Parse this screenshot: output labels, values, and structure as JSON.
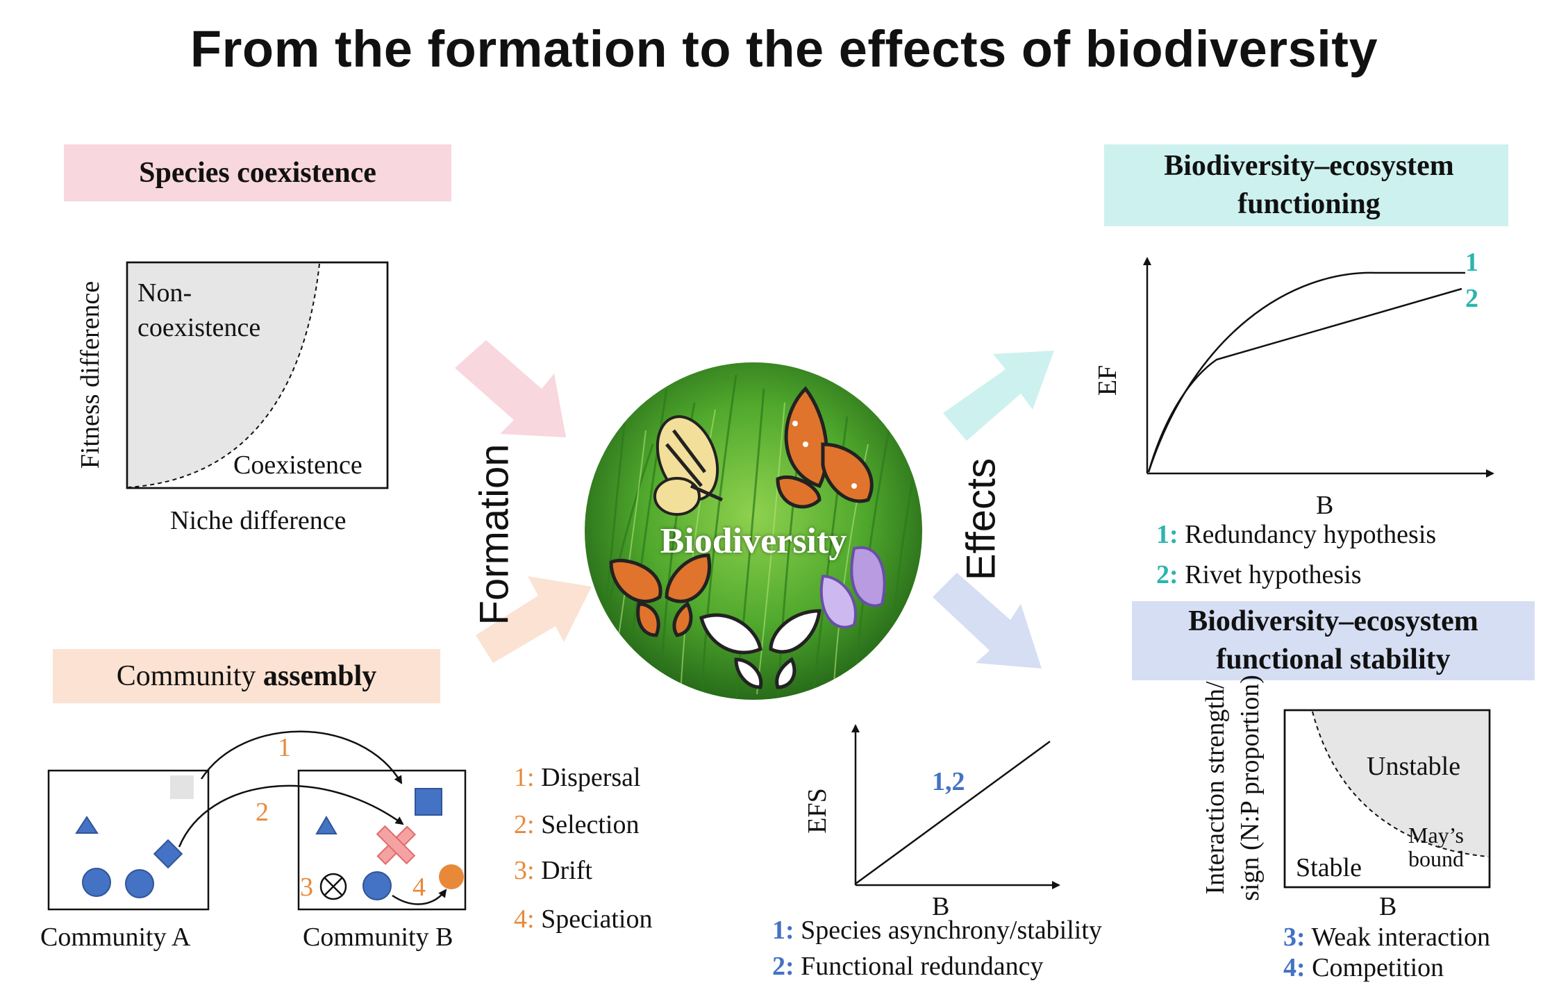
{
  "title": "From the formation to the effects of biodiversity",
  "colors": {
    "pink": "#f8d7de",
    "peach": "#fbe2d2",
    "teal": "#cdf1ee",
    "lavender": "#d6def3",
    "blue": "#4472c4",
    "orange": "#e8893a",
    "teal_text": "#2bb5ad"
  },
  "coexistence": {
    "header": "Species coexistence",
    "region_non": "Non-",
    "region_non2": "coexistence",
    "region_co": "Coexistence",
    "xlabel": "Niche difference",
    "ylabel": "Fitness difference"
  },
  "assembly": {
    "header_pre": "Community ",
    "header_bold": "assembly",
    "community_a": "Community A",
    "community_b": "Community B",
    "arrow1": "1",
    "arrow2": "2",
    "mark3": "3",
    "mark4": "4",
    "processes": [
      {
        "num": "1:",
        "label": "Dispersal"
      },
      {
        "num": "2:",
        "label": "Selection"
      },
      {
        "num": "3:",
        "label": "Drift"
      },
      {
        "num": "4:",
        "label": "Speciation"
      }
    ]
  },
  "center": {
    "formation": "Formation",
    "effects": "Effects",
    "biodiversity": "Biodiversity"
  },
  "bef": {
    "header": "Biodiversity–ecosystem functioning",
    "ylabel": "EF",
    "xlabel": "B",
    "curve1": "1",
    "curve2": "2",
    "legend": [
      {
        "num": "1:",
        "label": "Redundancy hypothesis"
      },
      {
        "num": "2:",
        "label": "Rivet hypothesis"
      }
    ]
  },
  "efs": {
    "ylabel": "EFS",
    "xlabel": "B",
    "line_label": "1,2",
    "legend": [
      {
        "num": "1:",
        "label": "Species asynchrony/stability"
      },
      {
        "num": "2:",
        "label": "Functional redundancy"
      }
    ]
  },
  "stability": {
    "header": "Biodiversity–ecosystem functional stability",
    "ylabel1": "Interaction strength/",
    "ylabel2": "sign (N:P proportion)",
    "xlabel": "B",
    "unstable": "Unstable",
    "stable": "Stable",
    "mays1": "May’s",
    "mays2": "bound",
    "legend": [
      {
        "num": "3:",
        "label": "Weak interaction"
      },
      {
        "num": "4:",
        "label": "Competition"
      }
    ]
  }
}
